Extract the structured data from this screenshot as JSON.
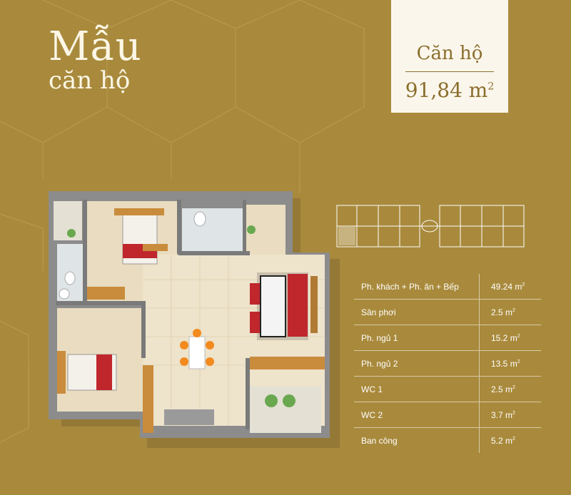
{
  "title": {
    "line1": "Mẫu",
    "line2": "căn hộ"
  },
  "area_box": {
    "label": "Căn hộ",
    "value": "91,84 m",
    "unit_sup": "2"
  },
  "rooms": [
    {
      "name": "Ph. khách + Ph. ăn + Bếp",
      "area": "49.24 m",
      "sup": "2"
    },
    {
      "name": "Sân phơi",
      "area": "2.5 m",
      "sup": "2"
    },
    {
      "name": "Ph. ngủ 1",
      "area": "15.2 m",
      "sup": "2"
    },
    {
      "name": "Ph. ngủ 2",
      "area": "13.5 m",
      "sup": "2"
    },
    {
      "name": "WC 1",
      "area": "2.5 m",
      "sup": "2"
    },
    {
      "name": "WC 2",
      "area": "3.7 m",
      "sup": "2"
    },
    {
      "name": "Ban công",
      "area": "5.2 m",
      "sup": "2"
    }
  ],
  "colors": {
    "background": "#a98a3c",
    "box": "#fbf6ec",
    "gold_text": "#8a6f2c",
    "white": "#ffffff"
  }
}
